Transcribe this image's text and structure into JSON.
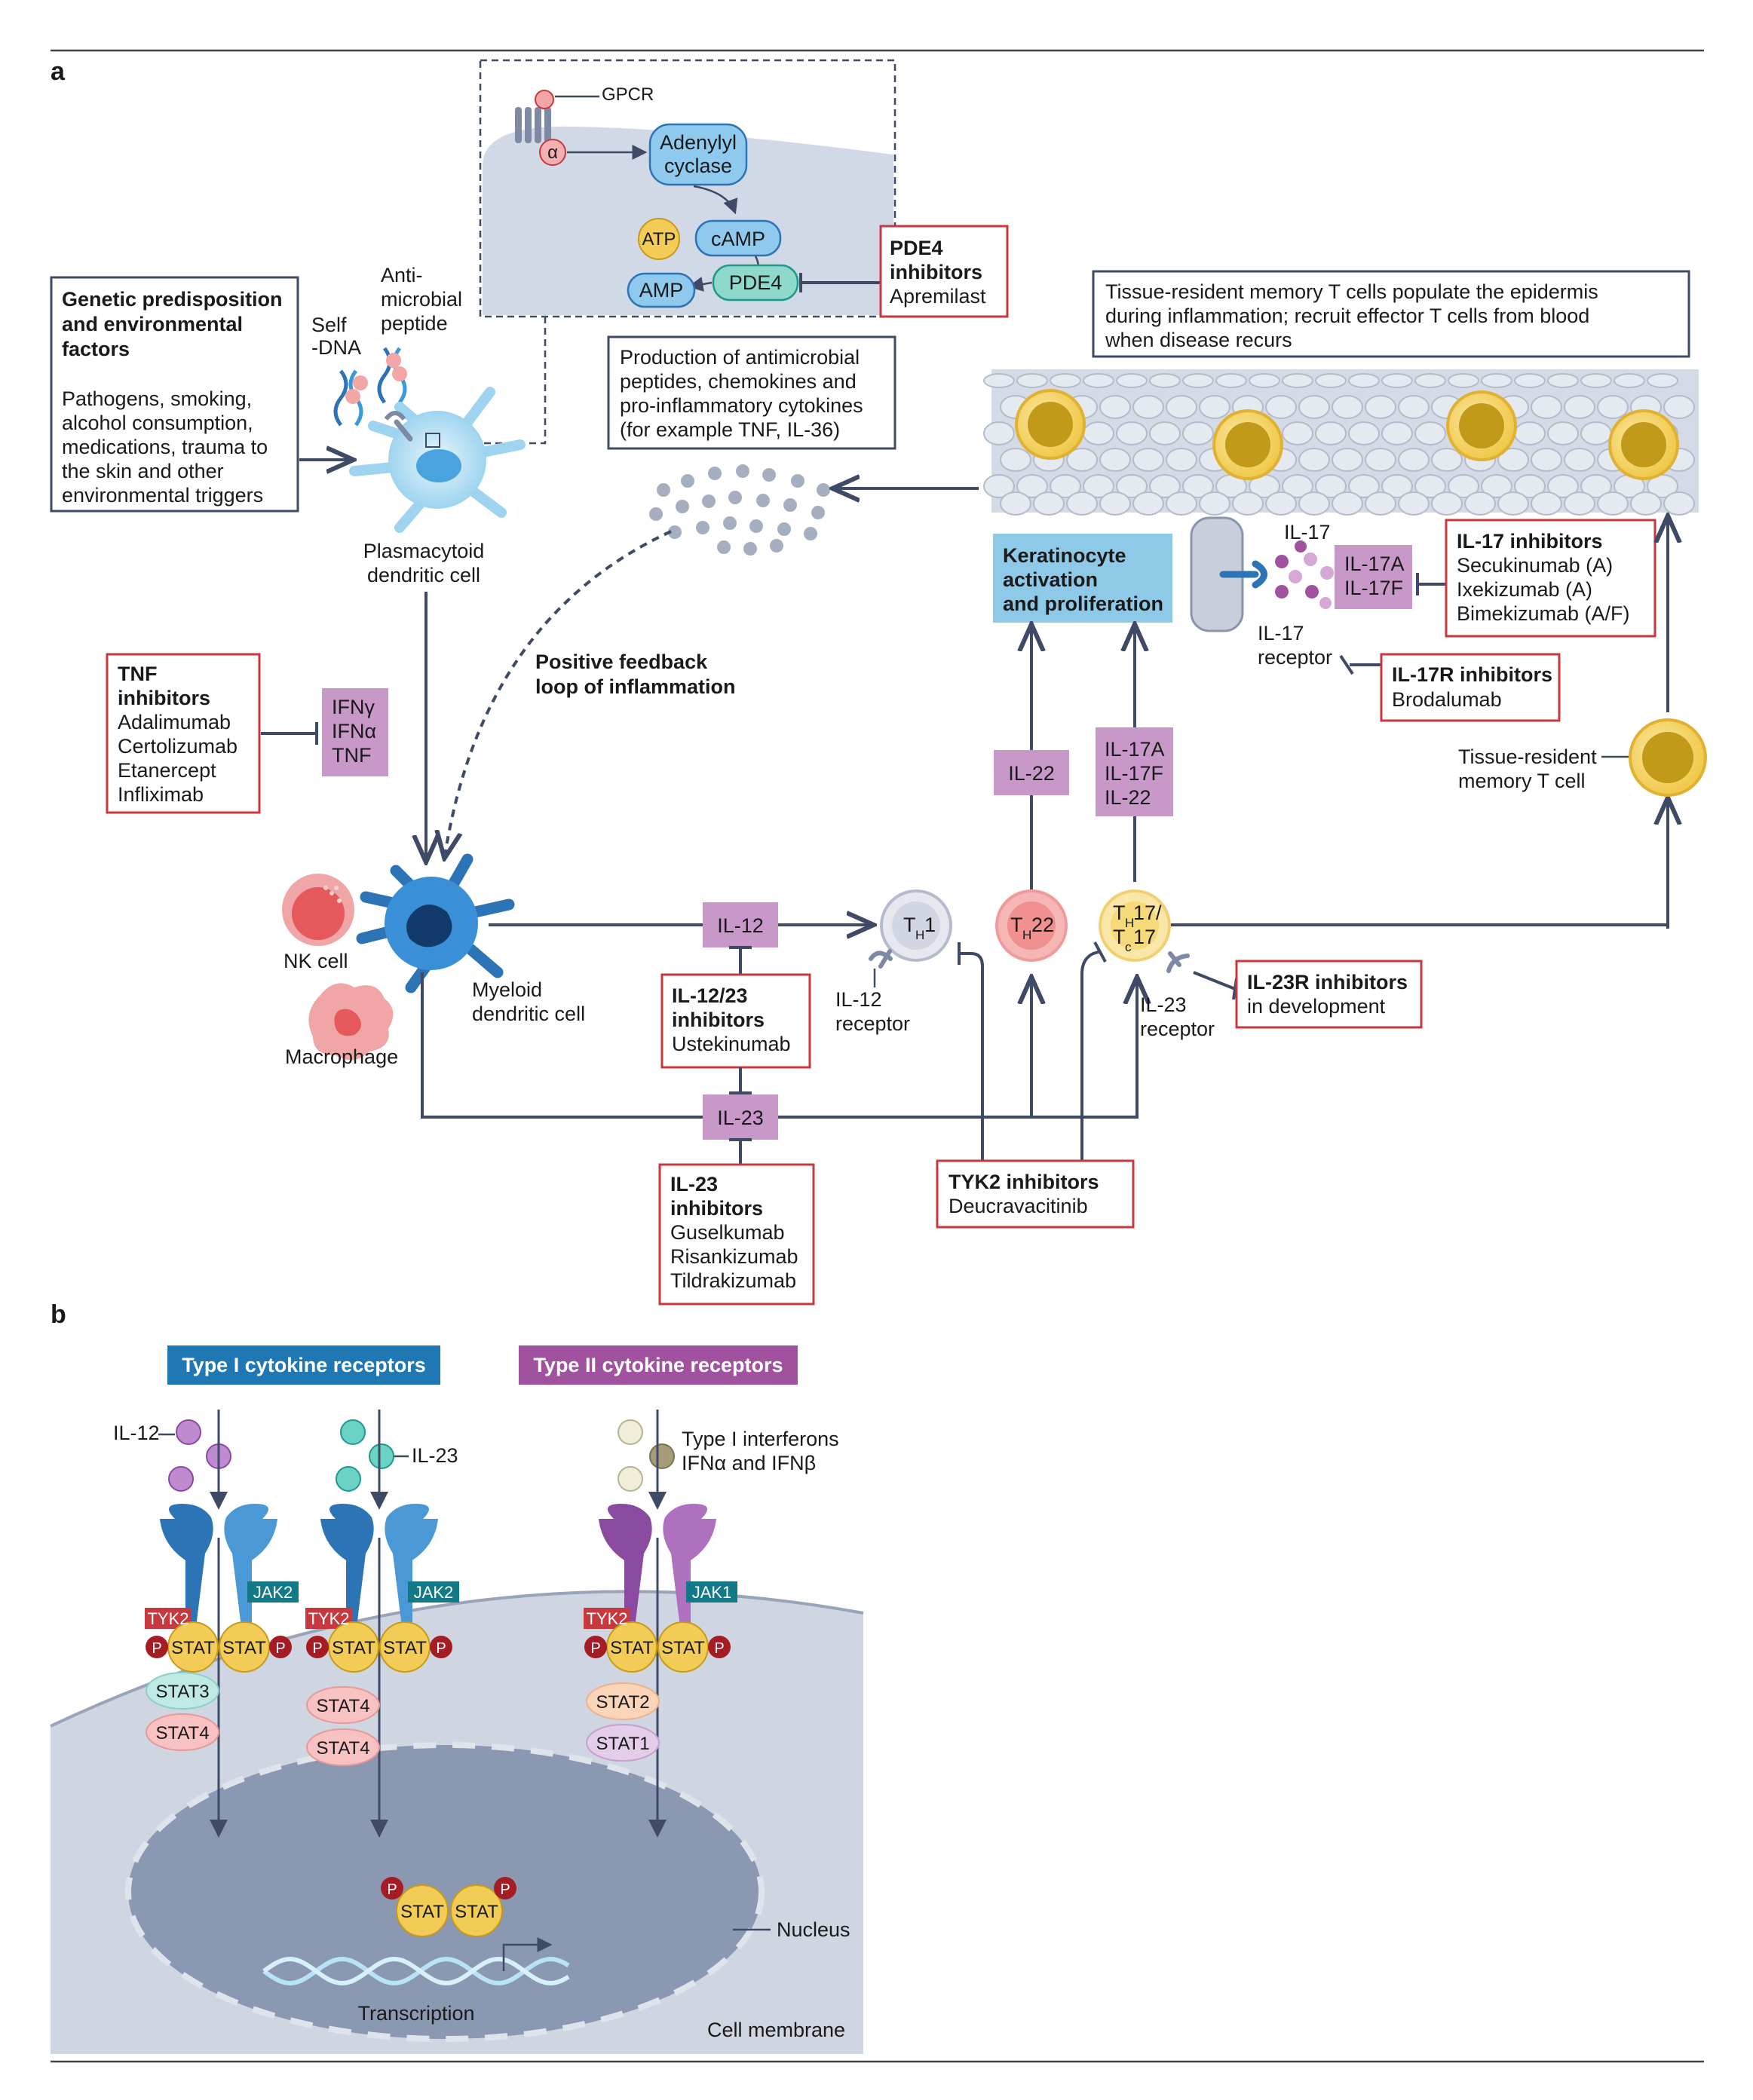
{
  "panel_labels": {
    "a": "a",
    "b": "b"
  },
  "gpcr_inset": {
    "gpcr": "GPCR",
    "alpha": "α",
    "adenylyl_cyclase": [
      "Adenylyl",
      "cyclase"
    ],
    "atp": "ATP",
    "camp": "cAMP",
    "amp": "AMP",
    "pde4": "PDE4"
  },
  "pde4_inhibitors": {
    "title": [
      "PDE4",
      "inhibitors"
    ],
    "drugs": [
      "Apremilast"
    ]
  },
  "genetic_box": {
    "title": [
      "Genetic predisposition",
      "and environmental",
      "factors"
    ],
    "body": [
      "Pathogens, smoking,",
      "alcohol consumption,",
      "medications, trauma to",
      "the skin and other",
      "environmental triggers"
    ]
  },
  "self_dna": [
    "Self",
    "-DNA"
  ],
  "antimicrobial_peptide": [
    "Anti-",
    "microbial",
    "peptide"
  ],
  "plasmacytoid": [
    "Plasmacytoid",
    "dendritic cell"
  ],
  "production_box": [
    "Production of antimicrobial",
    "peptides, chemokines and",
    "pro-inflammatory cytokines",
    "(for example TNF, IL-36)"
  ],
  "trm_box": [
    "Tissue-resident memory T cells populate the epidermis",
    "during inflammation; recruit effector T cells from blood",
    "when disease recurs"
  ],
  "positive_feedback": [
    "Positive feedback",
    "loop of inflammation"
  ],
  "tnf_inhibitors": {
    "title": [
      "TNF",
      "inhibitors"
    ],
    "drugs": [
      "Adalimumab",
      "Certolizumab",
      "Etanercept",
      "Infliximab"
    ]
  },
  "ifn_box": [
    "IFNγ",
    "IFNα",
    "TNF"
  ],
  "keratinocyte": [
    "Keratinocyte",
    "activation",
    "and proliferation"
  ],
  "il17_label": "IL-17",
  "il17_receptor": [
    "IL-17",
    "receptor"
  ],
  "il17af_box": [
    "IL-17A",
    "IL-17F"
  ],
  "il17_inhibitors": {
    "title": [
      "IL-17 inhibitors"
    ],
    "drugs": [
      "Secukinumab (A)",
      "Ixekizumab (A)",
      "Bimekizumab (A/F)"
    ]
  },
  "il17r_inhibitors": {
    "title": [
      "IL-17R inhibitors"
    ],
    "drugs": [
      "Brodalumab"
    ]
  },
  "il22_box": "IL-22",
  "il17_22_box": [
    "IL-17A",
    "IL-17F",
    "IL-22"
  ],
  "trm_cell": [
    "Tissue-resident",
    "memory T cell"
  ],
  "nk_cell": "NK cell",
  "macrophage": "Macrophage",
  "myeloid": [
    "Myeloid",
    "dendritic cell"
  ],
  "il12_box": "IL-12",
  "il23_box": "IL-23",
  "th1": {
    "main": "T",
    "sub": "H",
    "suffix": "1"
  },
  "th22": {
    "main": "T",
    "sub": "H",
    "suffix": "22"
  },
  "th17": {
    "line1": [
      "T",
      "H",
      "17/"
    ],
    "line2": [
      "T",
      "c",
      "17"
    ]
  },
  "il12_receptor": [
    "IL-12",
    "receptor"
  ],
  "il23_receptor": [
    "IL-23",
    "receptor"
  ],
  "il12_23_inhibitors": {
    "title": [
      "IL-12/23",
      "inhibitors"
    ],
    "drugs": [
      "Ustekinumab"
    ]
  },
  "il23r_inhibitors": {
    "title": [
      "IL-23R inhibitors"
    ],
    "drugs": [
      "in development"
    ]
  },
  "il23_inhibitors": {
    "title": [
      "IL-23",
      "inhibitors"
    ],
    "drugs": [
      "Guselkumab",
      "Risankizumab",
      "Tildrakizumab"
    ]
  },
  "tyk2_inhibitors": {
    "title": [
      "TYK2 inhibitors"
    ],
    "drugs": [
      "Deucravacitinib"
    ]
  },
  "panel_b": {
    "type1_header": "Type I cytokine receptors",
    "type2_header": "Type II cytokine receptors",
    "il12": "IL-12",
    "il23": "IL-23",
    "interferons": [
      "Type I interferons",
      "IFNα and IFNβ"
    ],
    "tyk2": "TYK2",
    "jak2": "JAK2",
    "jak1": "JAK1",
    "stat": "STAT",
    "p": "P",
    "stat3": "STAT3",
    "stat4": "STAT4",
    "stat2": "STAT2",
    "stat1": "STAT1",
    "nucleus": "Nucleus",
    "transcription": "Transcription",
    "cell_membrane": "Cell membrane"
  },
  "colors": {
    "line": "#3f4a66",
    "inhibitor_border": "#c8383f",
    "cytokine_box": "#c898c8",
    "keratinocyte_box": "#8fc9e8",
    "type1_header": "#1f78b4",
    "type2_header": "#a0529e"
  }
}
